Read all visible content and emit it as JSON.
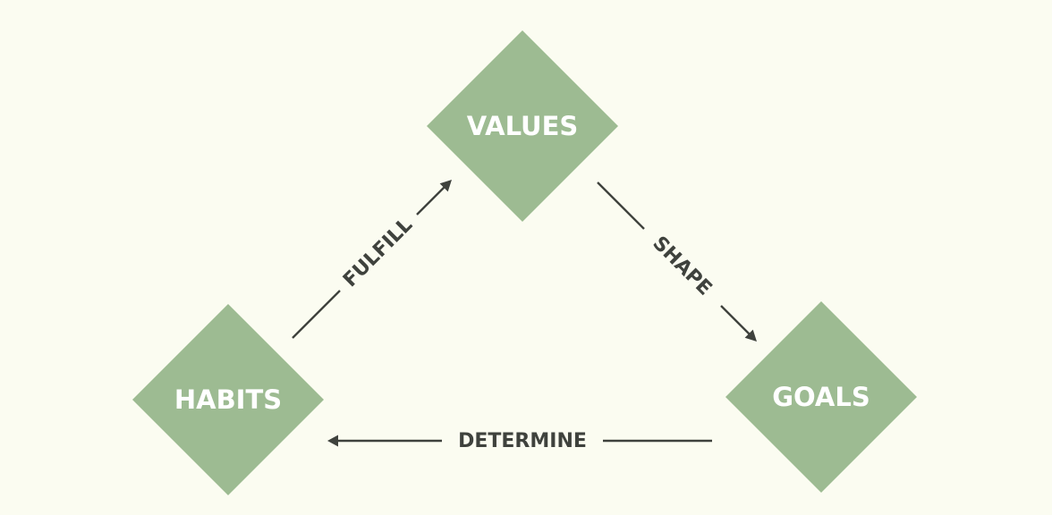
{
  "colors": {
    "background": "#fbfcf1",
    "node_fill": "#9dbb92",
    "node_text": "#ffffff",
    "edge": "#3f423d"
  },
  "nodes": {
    "values": {
      "label": "VALUES"
    },
    "habits": {
      "label": "HABITS"
    },
    "goals": {
      "label": "GOALS"
    }
  },
  "edges": {
    "fulfill": {
      "label": "FULFILL",
      "from": "HABITS",
      "to": "VALUES"
    },
    "shape": {
      "label": "SHAPE",
      "from": "VALUES",
      "to": "GOALS"
    },
    "determine": {
      "label": "DETERMINE",
      "from": "GOALS",
      "to": "HABITS"
    }
  }
}
